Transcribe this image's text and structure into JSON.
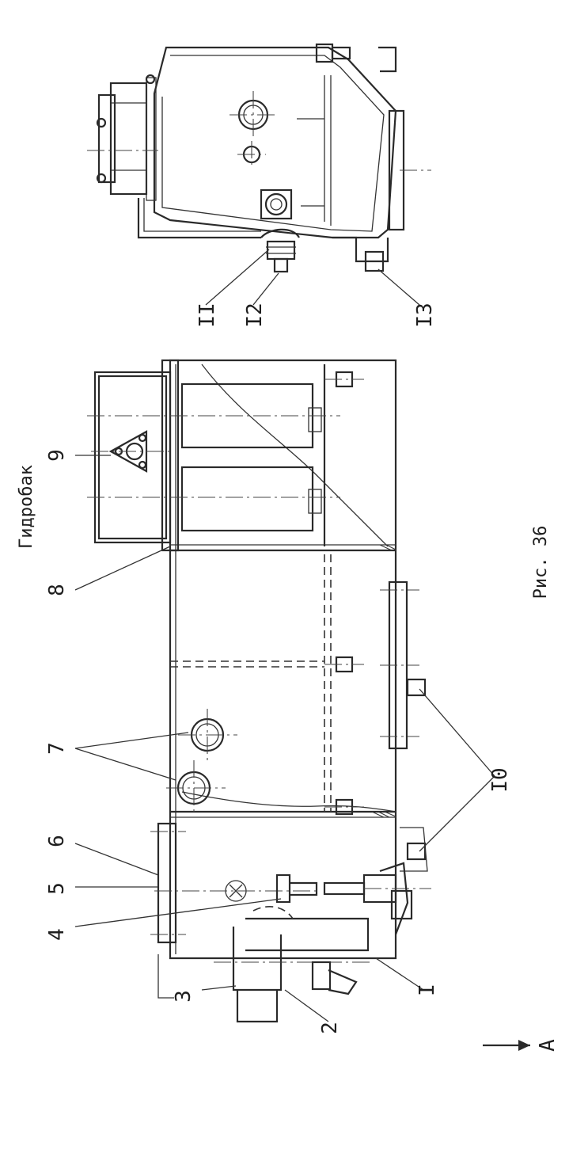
{
  "title": "Гидробак",
  "caption": "Рис. 36",
  "arrow_label": "А",
  "callouts": [
    "I",
    "2",
    "3",
    "4",
    "5",
    "6",
    "7",
    "8",
    "9",
    "I0",
    "II",
    "I2",
    "I3"
  ]
}
